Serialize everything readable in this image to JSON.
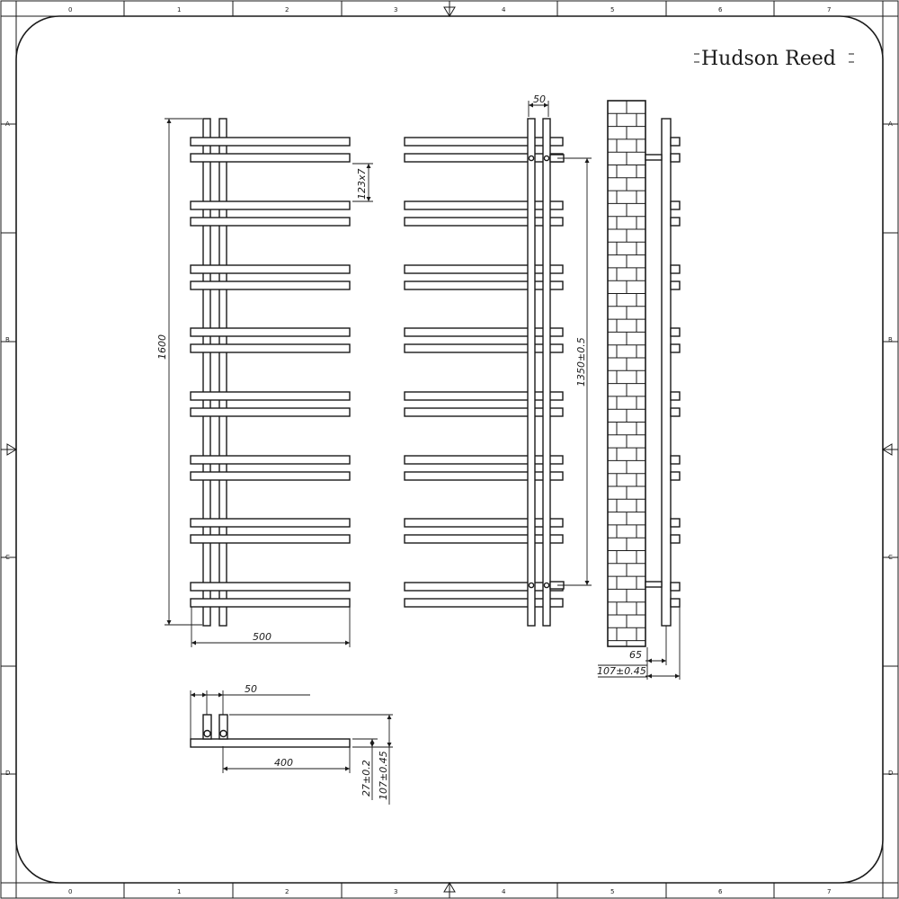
{
  "brand": {
    "name": "Hudson Reed"
  },
  "frame": {
    "columns": [
      "0",
      "1",
      "2",
      "3",
      "4",
      "5",
      "6",
      "7"
    ],
    "rows": [
      "A",
      "B",
      "C",
      "D"
    ]
  },
  "dimensions": {
    "height_total": "1600",
    "width_total": "500",
    "bar_group_height": "123x7",
    "pipe_spacing": "50",
    "pipe_centres": "1350±0.5",
    "wall_gap": "65",
    "projection_side": "107±0.45",
    "top_spacing": "50",
    "bar_length_top": "400",
    "valve_offset": "27±0.2",
    "projection_top": "107±0.45"
  }
}
